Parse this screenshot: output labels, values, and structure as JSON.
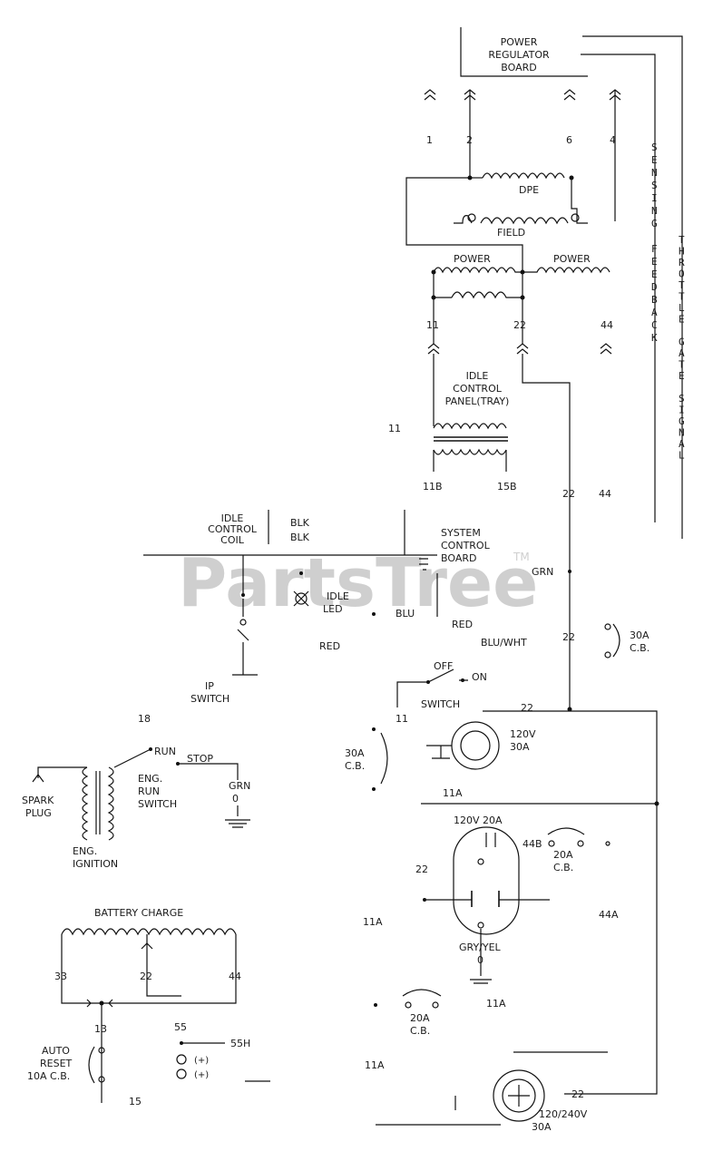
{
  "watermark": {
    "text": "PartsTree",
    "tm": "TM"
  },
  "labels": {
    "power_regulator_board": [
      "POWER",
      "REGULATOR",
      "BOARD"
    ],
    "pin_1": "1",
    "pin_2": "2",
    "pin_6": "6",
    "pin_4": "4",
    "wire_dpe": "DPE",
    "field": "FIELD",
    "power_left": "POWER",
    "power_right": "POWER",
    "pin_11": "11",
    "pin_22": "22",
    "pin_44": "44",
    "idle_control_panel": [
      "IDLE",
      "CONTROL",
      "PANEL(TRAY)"
    ],
    "wire_11": "11",
    "wire_11b": "11B",
    "wire_15b": "15B",
    "wire_22_mid": "22",
    "wire_44_mid": "44",
    "idle_control_coil": [
      "IDLE",
      "CONTROL",
      "COIL"
    ],
    "blk_1": "BLK",
    "blk_2": "BLK",
    "system_control_board": [
      "SYSTEM",
      "CONTROL",
      "BOARD"
    ],
    "grn_mid": "GRN",
    "idle_led": [
      "IDLE",
      "LED"
    ],
    "blu": "BLU",
    "red_right": "RED",
    "red_left": "RED",
    "blu_wht": "BLU/WHT",
    "wire_22_low": "22",
    "cb_30a": [
      "30A",
      "C.B."
    ],
    "ip_switch": [
      "IP",
      "SWITCH"
    ],
    "off_on_switch": [
      "OFF",
      "ON",
      "SWITCH"
    ],
    "wire_11_sw": "11",
    "wire_22_bus": "22",
    "num_18": "18",
    "run_stop": [
      "RUN",
      "STOP"
    ],
    "eng_run_switch": [
      "ENG.",
      "RUN",
      "SWITCH"
    ],
    "spark_plug": [
      "SPARK",
      "PLUG"
    ],
    "eng_ignition": [
      "ENG.",
      "IGNITION"
    ],
    "grn_0": [
      "GRN",
      "0"
    ],
    "cb_30a_left": [
      "30A",
      "C.B."
    ],
    "outlet_120v_30a": [
      "120V",
      "30A"
    ],
    "wire_11a_top": "11A",
    "outlet_120v_20a": "120V 20A",
    "wire_44b": "44B",
    "cb_20a_right": [
      "20A",
      "C.B."
    ],
    "wire_22_dup": "22",
    "wire_11a_mid": "11A",
    "wire_44a": "44A",
    "gry_yel_0": [
      "GRY/YEL",
      "0"
    ],
    "battery_charge": "BATTERY CHARGE",
    "bc_33": "33",
    "bc_22": "22",
    "bc_44": "44",
    "num_13": "13",
    "num_55": "55",
    "wire_55h": "55H",
    "auto_reset_cb": [
      "AUTO",
      "RESET",
      "10A C.B."
    ],
    "plus_1": "(+)",
    "plus_2": "(+)",
    "num_15": "15",
    "cb_20a_low": [
      "20A",
      "C.B."
    ],
    "wire_11a_low": "11A",
    "wire_11a_bot": "11A",
    "wire_22_bot": "22",
    "outlet_120_240v_30a": [
      "120/240V",
      "30A"
    ],
    "vertical_sensing_feedback": [
      "S",
      "E",
      "N",
      "S",
      "I",
      "N",
      "G",
      " ",
      "F",
      "E",
      "E",
      "D",
      "B",
      "A",
      "C",
      "K"
    ],
    "vertical_throttle_signal": [
      "T",
      "H",
      "R",
      "O",
      "T",
      "T",
      "L",
      "E",
      " ",
      "G",
      "A",
      "T",
      "E",
      " ",
      "S",
      "I",
      "G",
      "N",
      "A",
      "L"
    ]
  },
  "colors": {
    "line": "#111111",
    "watermark": "#cfcfcf",
    "background": "#ffffff"
  }
}
